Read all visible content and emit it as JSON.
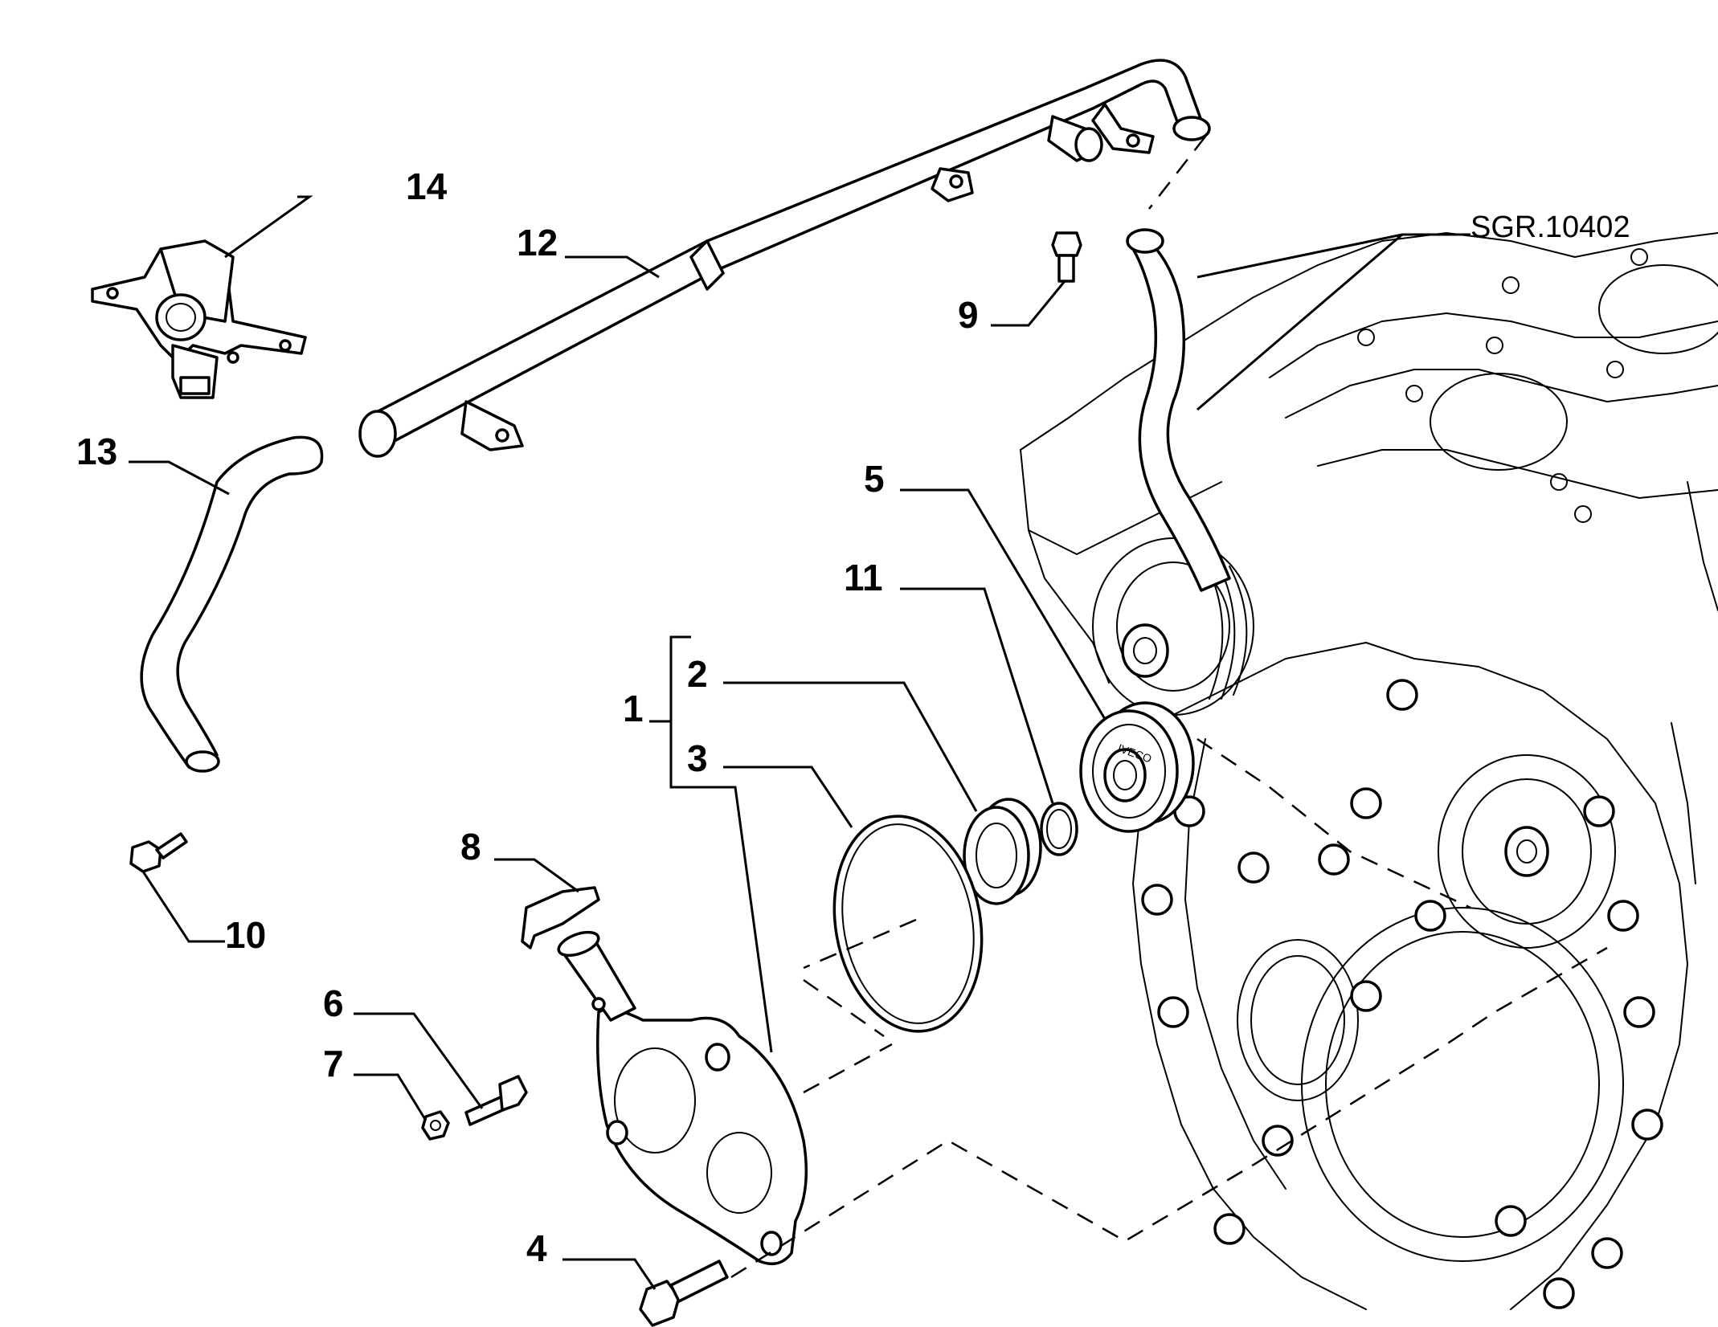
{
  "diagram": {
    "reference_code": "SGR.10402",
    "callouts": [
      {
        "id": "c1",
        "label": "1"
      },
      {
        "id": "c2",
        "label": "2"
      },
      {
        "id": "c3",
        "label": "3"
      },
      {
        "id": "c4",
        "label": "4"
      },
      {
        "id": "c5",
        "label": "5"
      },
      {
        "id": "c6",
        "label": "6"
      },
      {
        "id": "c7",
        "label": "7"
      },
      {
        "id": "c8",
        "label": "8"
      },
      {
        "id": "c9",
        "label": "9"
      },
      {
        "id": "c10",
        "label": "10"
      },
      {
        "id": "c11",
        "label": "11"
      },
      {
        "id": "c12",
        "label": "12"
      },
      {
        "id": "c13",
        "label": "13"
      },
      {
        "id": "c14",
        "label": "14"
      }
    ],
    "seal_marking": "IVECO"
  }
}
